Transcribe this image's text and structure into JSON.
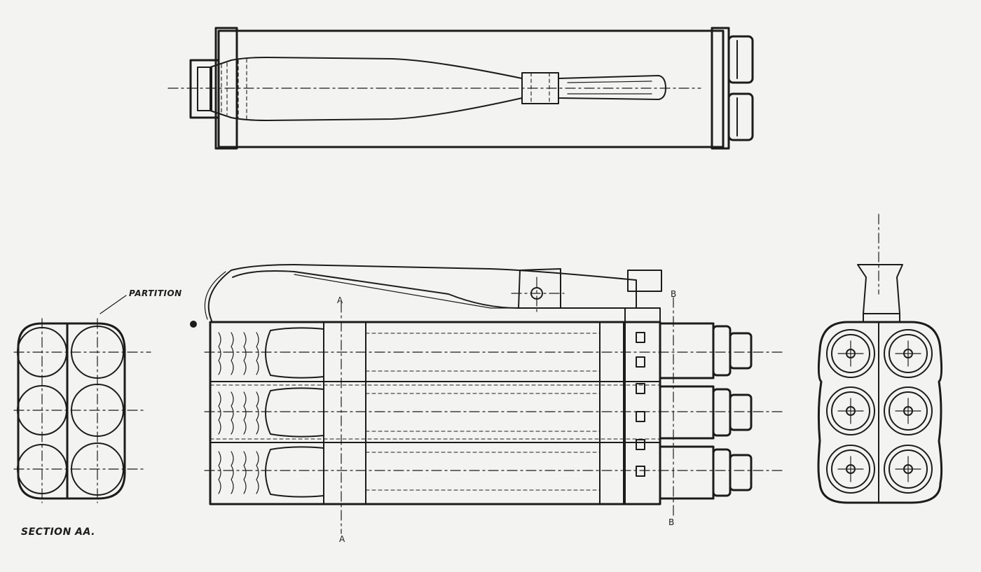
{
  "labels": {
    "partition": "PARTITION",
    "section": "SECTION AA."
  },
  "section_marks": {
    "a_top": "A",
    "a_bottom": "A",
    "b_top": "B",
    "b_bottom": "B"
  },
  "colors": {
    "ink": "#1c1c1c",
    "paper": "#f3f3f1"
  }
}
